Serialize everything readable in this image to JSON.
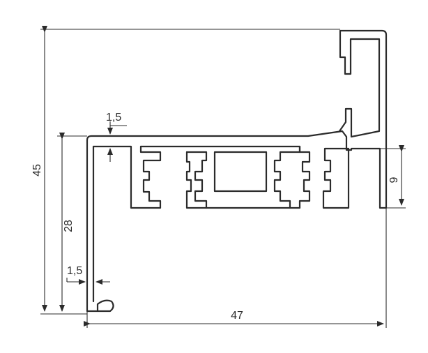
{
  "dimensions": {
    "overall_height": "45",
    "lip_height": "28",
    "wall_top": "1,5",
    "wall_side": "1,5",
    "chamber_depth": "9",
    "overall_width": "47"
  }
}
